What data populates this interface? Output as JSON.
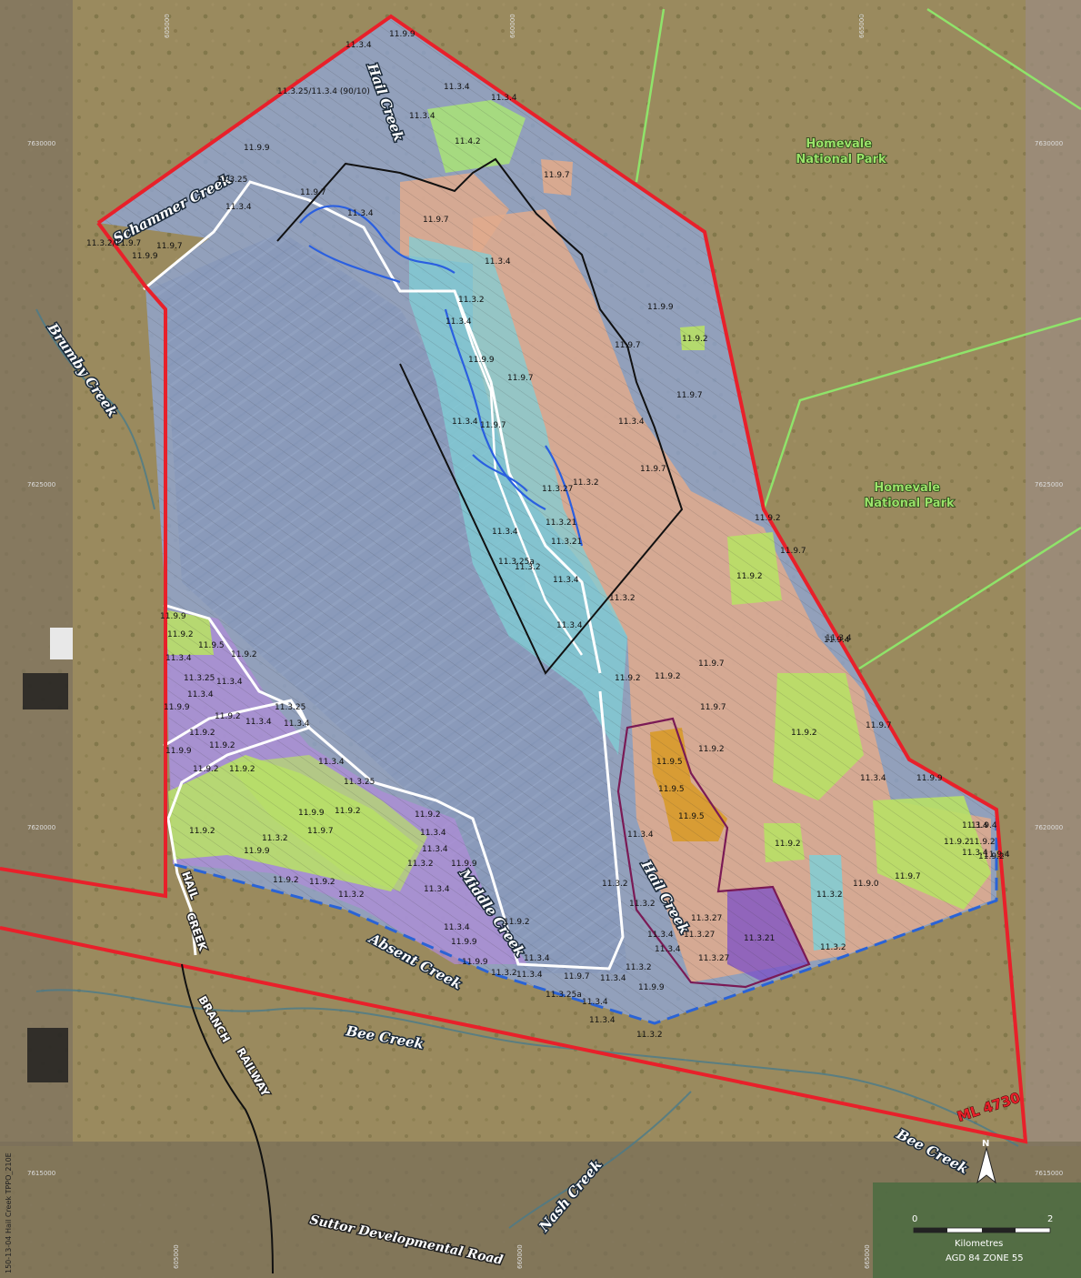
{
  "colors": {
    "boundary_red": "#e8202a",
    "boundary_blue_dash": "#2a63d6",
    "national_park_green": "#8fe36a",
    "pit_white": "#ffffff",
    "re_1199": "#8fa6d6",
    "re_1197": "#e0aa8c",
    "re_1134": "#b08ad8",
    "re_1132": "#7fcfd6",
    "re_1192": "#b8e066",
    "re_1195": "#d89a2a",
    "re_1142": "#a8e07a"
  },
  "labels": {
    "creeks": [
      "Schammer Creek",
      "Brumby Creek",
      "Hail Creek",
      "Middle Creek",
      "Absent Creek",
      "Bee Creek",
      "Nash Creek",
      "Hail Creek",
      "Bee Creek"
    ],
    "parks": [
      "Homevale\nNational Park",
      "Homevale\nNational Park"
    ],
    "lease": "ML 4730",
    "road": "Suttor Developmental Road",
    "rail": [
      "HAIL",
      "CREEK",
      "BRANCH",
      "RAILWAY"
    ],
    "north_arrow": "N",
    "scale_min": "0",
    "scale_max": "2",
    "scale_unit": "Kilometres",
    "datum": "AGD 84 ZONE 55",
    "side_text": "150-13-04 Hail Creek TPPO_210E",
    "northings": [
      "7630000",
      "7625000",
      "7620000",
      "7615000"
    ],
    "eastings": [
      "605000",
      "660000",
      "665000"
    ]
  },
  "re_codes": [
    "11.9.9",
    "11.3.4",
    "11.3.4",
    "11.3.25/11.3.4 (90/10)",
    "11.3.4",
    "11.3.4",
    "11.4.2",
    "11.9.9",
    "11.9.7",
    "11.3.25",
    "11.3.4",
    "11.9.7",
    "11.3.4",
    "11.9.7",
    "11.3.2/11.9.7",
    "11.9.7",
    "11.9.9",
    "11.3.4",
    "11.3.2",
    "11.3.4",
    "11.9.9",
    "11.9.7",
    "11.9.2",
    "11.9.9",
    "11.9.7",
    "11.9.7",
    "11.3.4",
    "11.9.7",
    "11.3.4",
    "11.3.27",
    "11.3.2",
    "11.9.7",
    "11.3.21",
    "11.3.21",
    "11.3.4",
    "11.3.25a",
    "11.3.4",
    "11.3.2",
    "11.9.2",
    "11.9.7",
    "11.9.2",
    "11.9.7",
    "11.3.4",
    "11.9.2",
    "11.9.2",
    "11.9.7",
    "11.9.2",
    "11.9.5",
    "11.9.5",
    "11.9.5",
    "11.9.2",
    "11.9.7",
    "11.3.4",
    "11.9.9",
    "11.9.2",
    "11.9.2",
    "11.3.4",
    "11.9.2",
    "11.9.0",
    "11.9.7",
    "11.3.2",
    "11.9.4",
    "11.3.4",
    "11.9.2",
    "11.3.2",
    "11.3.2",
    "11.3.4",
    "11.3.27",
    "11.3.27",
    "11.3.27",
    "11.3.21",
    "11.3.2",
    "11.3.4",
    "11.3.2",
    "11.9.9",
    "11.9.2",
    "11.9.5",
    "11.3.4",
    "11.9.2",
    "11.3.25",
    "11.3.4",
    "11.3.4",
    "11.9.9",
    "11.9.2",
    "11.9.2",
    "11.9.2",
    "11.9.9",
    "11.3.4",
    "11.9.2",
    "11.9.2",
    "11.3.25",
    "11.3.4",
    "11.3.4",
    "11.3.25",
    "11.9.2",
    "11.9.9",
    "11.9.2",
    "11.9.9",
    "11.9.2",
    "11.3.2",
    "11.9.7",
    "11.9.9",
    "11.9.2",
    "11.3.4",
    "11.3.2",
    "11.3.4",
    "11.9.2",
    "11.3.2",
    "11.3.4",
    "11.3.4",
    "11.9.9",
    "11.3.4",
    "11.9.9",
    "11.3.2",
    "11.3.4",
    "11.3.25a",
    "11.3.4",
    "11.3.4",
    "11.3.2",
    "11.9.7",
    "11.3.4",
    "11.9.9",
    "11.3.2",
    "11.3.4",
    "11.9.4",
    "11.3.4",
    "11.9.2",
    "11.9.4"
  ]
}
